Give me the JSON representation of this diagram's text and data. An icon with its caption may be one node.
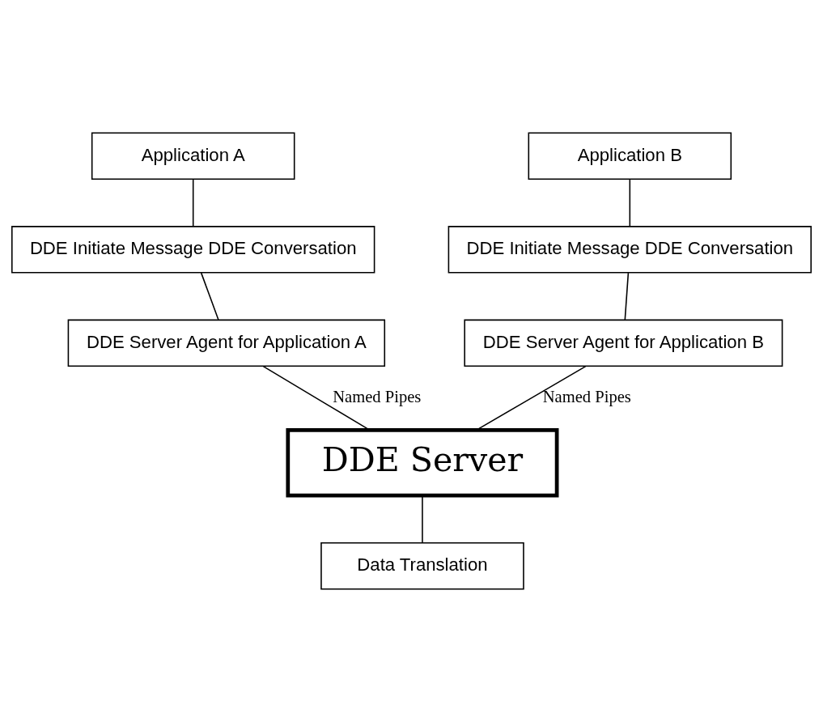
{
  "diagram": {
    "nodes": [
      {
        "text": [
          "Application A"
        ]
      },
      {
        "text": [
          "Application B"
        ]
      },
      {
        "text": [
          "DDE Initiate Message DDE Conversation"
        ]
      },
      {
        "text": [
          "DDE Initiate Message DDE Conversation"
        ]
      },
      {
        "text": [
          "DDE Server Agent for Application A"
        ]
      },
      {
        "text": [
          "DDE Server Agent for Application B"
        ]
      },
      {
        "text": [
          "DDE Server"
        ]
      },
      {
        "text": [
          "Data Translation"
        ]
      }
    ],
    "edges": [
      {
        "from": 0,
        "to": 2,
        "arrow": "none"
      },
      {
        "from": 2,
        "to": 4,
        "arrow": "none"
      },
      {
        "from": 4,
        "to": 6,
        "arrow": "none",
        "label": "Named Pipes"
      },
      {
        "from": 1,
        "to": 3,
        "arrow": "none"
      },
      {
        "from": 3,
        "to": 5,
        "arrow": "none"
      },
      {
        "from": 5,
        "to": 6,
        "arrow": "none",
        "label": "Named Pipes"
      },
      {
        "from": 6,
        "to": 7,
        "arrow": "none"
      }
    ]
  }
}
